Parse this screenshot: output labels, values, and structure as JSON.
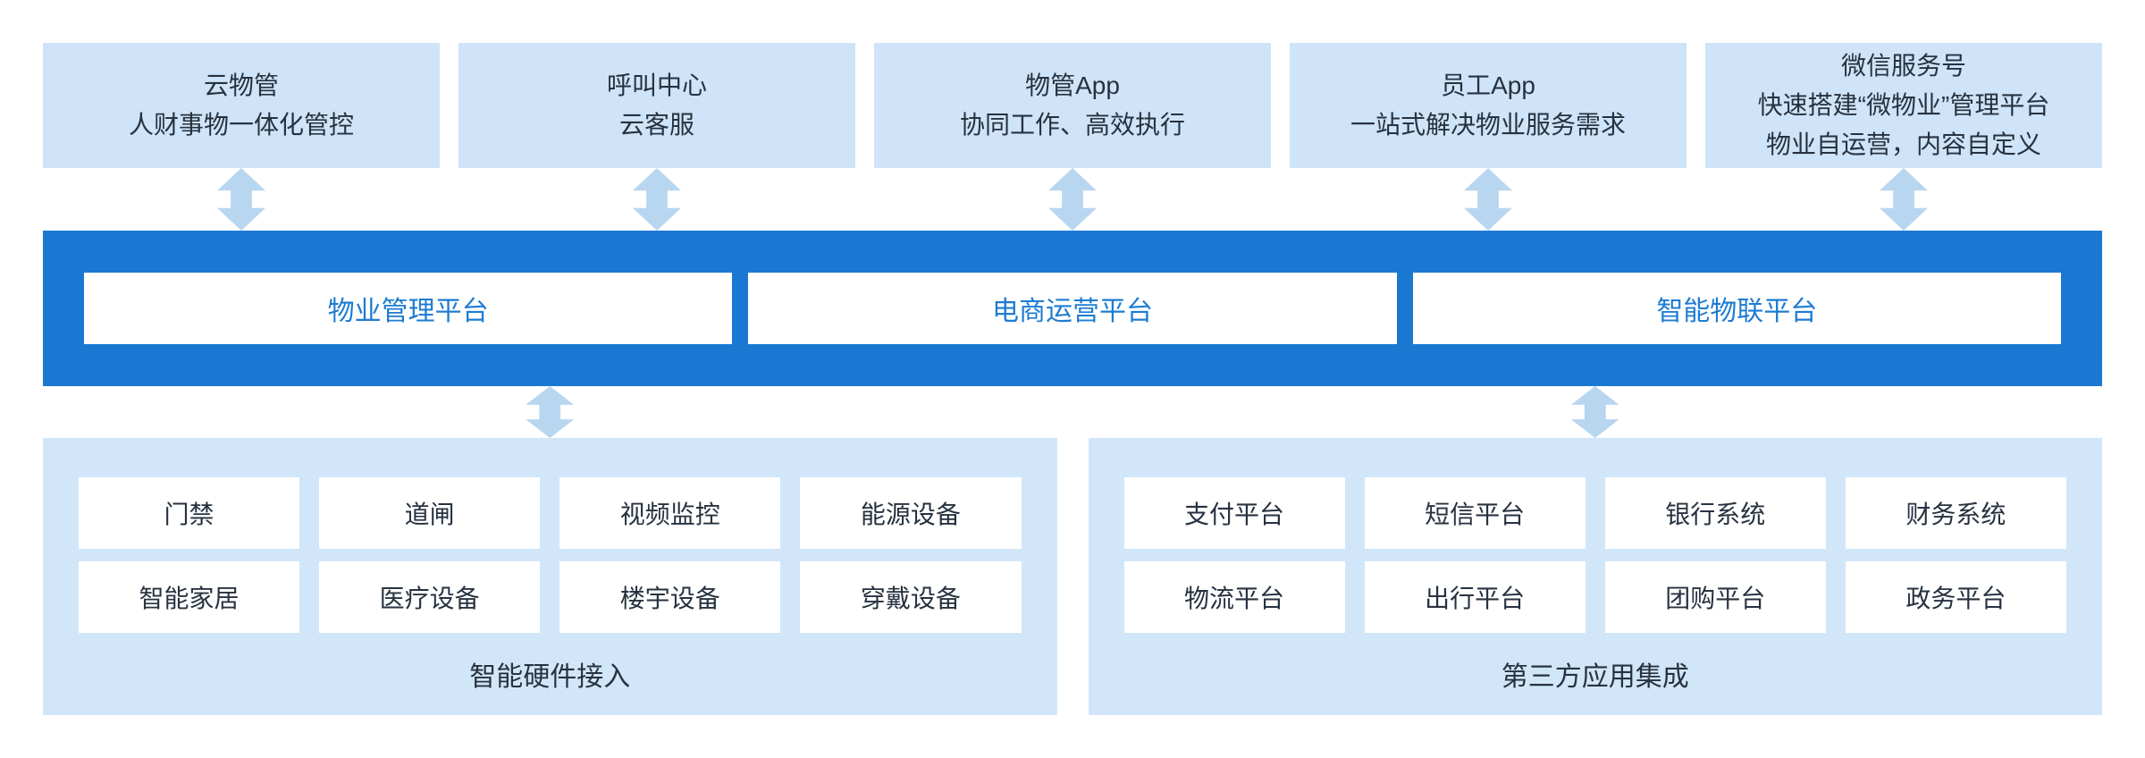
{
  "diagram": {
    "top_apps": [
      {
        "lines": [
          "云物管",
          "人财事物一体化管控"
        ]
      },
      {
        "lines": [
          "呼叫中心",
          "云客服"
        ]
      },
      {
        "lines": [
          "物管App",
          "协同工作、高效执行"
        ]
      },
      {
        "lines": [
          "员工App",
          "一站式解决物业服务需求"
        ]
      },
      {
        "lines": [
          "微信服务号",
          "快速搭建“微物业”管理平台",
          "物业自运营，内容自定义"
        ]
      }
    ],
    "platforms": [
      "物业管理平台",
      "电商运营平台",
      "智能物联平台"
    ],
    "bottom_panels": [
      {
        "label": "智能硬件接入",
        "items": [
          "门禁",
          "道闸",
          "视频监控",
          "能源设备",
          "智能家居",
          "医疗设备",
          "楼宇设备",
          "穿戴设备"
        ]
      },
      {
        "label": "第三方应用集成",
        "items": [
          "支付平台",
          "短信平台",
          "银行系统",
          "财务系统",
          "物流平台",
          "出行平台",
          "团购平台",
          "政务平台"
        ]
      }
    ],
    "colors": {
      "light_blue": "#cfe4f8",
      "panel_blue": "#d2e6f9",
      "arrow_blue": "#b9d6f0",
      "bar_blue": "#1a78d3",
      "bar_text_blue": "#1e7cd2",
      "text_dark": "#273240"
    }
  }
}
